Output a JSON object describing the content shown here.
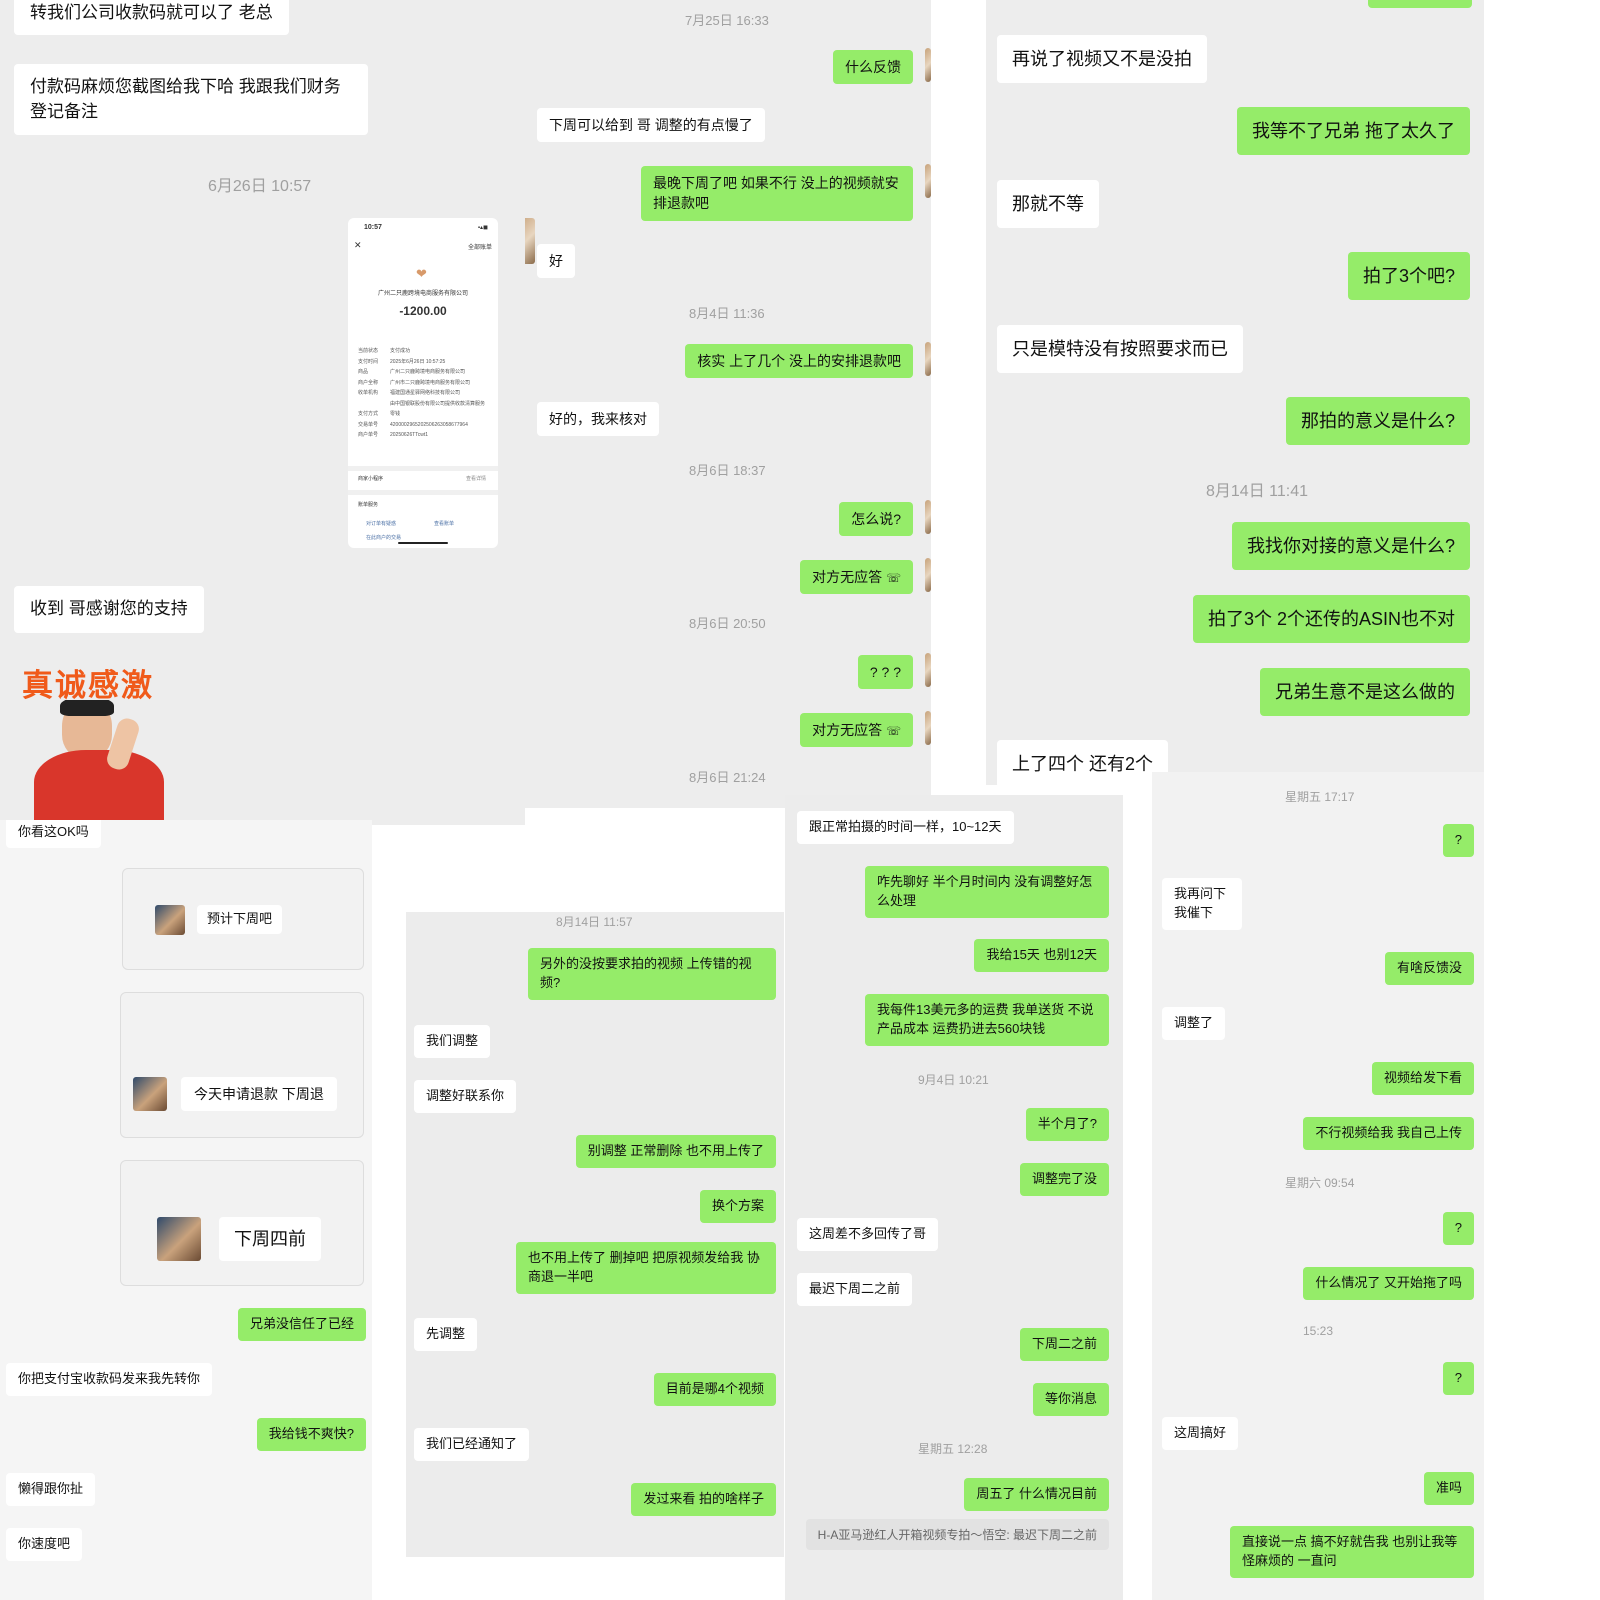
{
  "panel1": {
    "messages": [
      {
        "side": "left",
        "text": "转我们公司收款码就可以了 老总"
      },
      {
        "side": "left",
        "text": "付款码麻烦您截图给我下哈 我跟我们财务登记备注"
      },
      {
        "side": "left",
        "text": "收到 哥感谢您的支持"
      }
    ],
    "timestamps": [
      "6月26日 10:57"
    ],
    "receipt": {
      "time": "10:57",
      "all_bills": "全部账单",
      "merchant": "广州二只鹿跨境电商服务有限公司",
      "amount": "-1200.00",
      "rows": [
        {
          "k": "当前状态",
          "v": "支付成功"
        },
        {
          "k": "支付时间",
          "v": "2025年6月26日 10:57:25"
        },
        {
          "k": "商品",
          "v": "广州二只鹿跨境电商服务有限公司"
        },
        {
          "k": "商户全称",
          "v": "广州市二只鹿跨境电商服务有限公司"
        },
        {
          "k": "收单机构",
          "v": "福建国通星驿网络科技有限公司"
        },
        {
          "k": "",
          "v": "由中国银联股份有限公司提供收款清算服务"
        },
        {
          "k": "支付方式",
          "v": "零钱"
        },
        {
          "k": "交易单号",
          "v": "4200002965202506263058677964"
        },
        {
          "k": "商户单号",
          "v": "20250626TTcwt1"
        }
      ],
      "mini_program": "商家小程序",
      "mini_link": "查看详情",
      "bill_service": "账单服务",
      "service_a": "对订单有疑惑",
      "service_b": "查看账单",
      "service_c": "在此商户的交易"
    },
    "sticker_text": "真诚感激"
  },
  "panel2": {
    "messages": [
      {
        "side": "right",
        "text": "什么反馈"
      },
      {
        "side": "left",
        "text": "下周可以给到 哥 调整的有点慢了"
      },
      {
        "side": "right",
        "text": "最晚下周了吧  如果不行 没上的视频就安排退款吧"
      },
      {
        "side": "left",
        "text": "好"
      },
      {
        "side": "right",
        "text": "核实 上了几个  没上的安排退款吧"
      },
      {
        "side": "left",
        "text": "好的，我来核对"
      },
      {
        "side": "right",
        "text": "怎么说?"
      },
      {
        "side": "right",
        "text": "对方无应答"
      },
      {
        "side": "right",
        "text": "? ? ?"
      },
      {
        "side": "right",
        "text": "对方无应答"
      }
    ],
    "timestamps": [
      "7月25日 16:33",
      "8月4日 11:36",
      "8月6日 18:37",
      "8月6日 20:50",
      "8月6日 21:24"
    ]
  },
  "panel3": {
    "messages": [
      {
        "side": "left",
        "text": "再说了视频又不是没拍"
      },
      {
        "side": "right",
        "text": "我等不了兄弟 拖了太久了"
      },
      {
        "side": "left",
        "text": "那就不等"
      },
      {
        "side": "right",
        "text": "拍了3个吧?"
      },
      {
        "side": "left",
        "text": "只是模特没有按照要求而已"
      },
      {
        "side": "right",
        "text": "那拍的意义是什么?"
      },
      {
        "side": "right",
        "text": "我找你对接的意义是什么?"
      },
      {
        "side": "right",
        "text": "拍了3个  2个还传的ASIN也不对"
      },
      {
        "side": "right",
        "text": "兄弟生意不是这么做的"
      },
      {
        "side": "left",
        "text": "上了四个 还有2个"
      }
    ],
    "timestamps": [
      "8月14日 11:41"
    ]
  },
  "panel4": {
    "messages": [
      {
        "side": "left",
        "text": "你看这OK吗"
      },
      {
        "side": "left",
        "text": "预计下周吧"
      },
      {
        "side": "left",
        "text": "今天申请退款 下周退"
      },
      {
        "side": "left",
        "text": "下周四前"
      },
      {
        "side": "right",
        "text": "兄弟没信任了已经"
      },
      {
        "side": "left",
        "text": "你把支付宝收款码发来我先转你"
      },
      {
        "side": "right",
        "text": "我给钱不爽快?"
      },
      {
        "side": "left",
        "text": "懒得跟你扯"
      },
      {
        "side": "left",
        "text": "你速度吧"
      }
    ]
  },
  "panel5": {
    "messages": [
      {
        "side": "right",
        "text": "另外的没按要求拍的视频 上传错的视频?"
      },
      {
        "side": "left",
        "text": "我们调整"
      },
      {
        "side": "left",
        "text": "调整好联系你"
      },
      {
        "side": "right",
        "text": "别调整 正常删除  也不用上传了"
      },
      {
        "side": "right",
        "text": "换个方案"
      },
      {
        "side": "right",
        "text": "也不用上传了  删掉吧  把原视频发给我 协商退一半吧"
      },
      {
        "side": "left",
        "text": "先调整"
      },
      {
        "side": "right",
        "text": "目前是哪4个视频"
      },
      {
        "side": "left",
        "text": "我们已经通知了"
      },
      {
        "side": "right",
        "text": "发过来看 拍的啥样子"
      }
    ],
    "timestamps": [
      "8月14日 11:57"
    ]
  },
  "panel6": {
    "messages": [
      {
        "side": "left",
        "text": "跟正常拍摄的时间一样，10~12天"
      },
      {
        "side": "right",
        "text": "咋先聊好  半个月时间内 没有调整好怎么处理"
      },
      {
        "side": "right",
        "text": "我给15天 也别12天"
      },
      {
        "side": "right",
        "text": "我每件13美元多的运费  我单送货 不说产品成本 运费扔进去560块钱"
      },
      {
        "side": "right",
        "text": "半个月了?"
      },
      {
        "side": "right",
        "text": "调整完了没"
      },
      {
        "side": "left",
        "text": "这周差不多回传了哥"
      },
      {
        "side": "left",
        "text": "最迟下周二之前"
      },
      {
        "side": "right",
        "text": "下周二之前"
      },
      {
        "side": "right",
        "text": "等你消息"
      },
      {
        "side": "right",
        "text": "周五了  什么情况目前"
      }
    ],
    "timestamps": [
      "9月4日 10:21",
      "星期五 12:28"
    ],
    "quote": "H-A亚马逊红人开箱视频专拍～悟空: 最迟下周二之前"
  },
  "panel7": {
    "messages": [
      {
        "side": "right",
        "text": "?"
      },
      {
        "side": "left",
        "text": "我再问下我催下"
      },
      {
        "side": "right",
        "text": "有啥反馈没"
      },
      {
        "side": "left",
        "text": "调整了"
      },
      {
        "side": "right",
        "text": "视频给发下看"
      },
      {
        "side": "right",
        "text": "不行视频给我 我自己上传"
      },
      {
        "side": "right",
        "text": "?"
      },
      {
        "side": "right",
        "text": "什么情况了 又开始拖了吗"
      },
      {
        "side": "right",
        "text": "?"
      },
      {
        "side": "left",
        "text": "这周搞好"
      },
      {
        "side": "right",
        "text": "准吗"
      },
      {
        "side": "right",
        "text": "直接说一点 搞不好就告我  也别让我等 怪麻烦的  一直问"
      }
    ],
    "timestamps": [
      "星期五 17:17",
      "星期六 09:54",
      "15:23"
    ]
  },
  "icons": {
    "call": "phone-hangup-icon",
    "heart_logo": "heart-logo-icon"
  },
  "colors": {
    "green_bubble": "#95ec69",
    "white_bubble": "#ffffff",
    "chat_bg": "#ededed",
    "sticker_text": "#f05a1a"
  }
}
